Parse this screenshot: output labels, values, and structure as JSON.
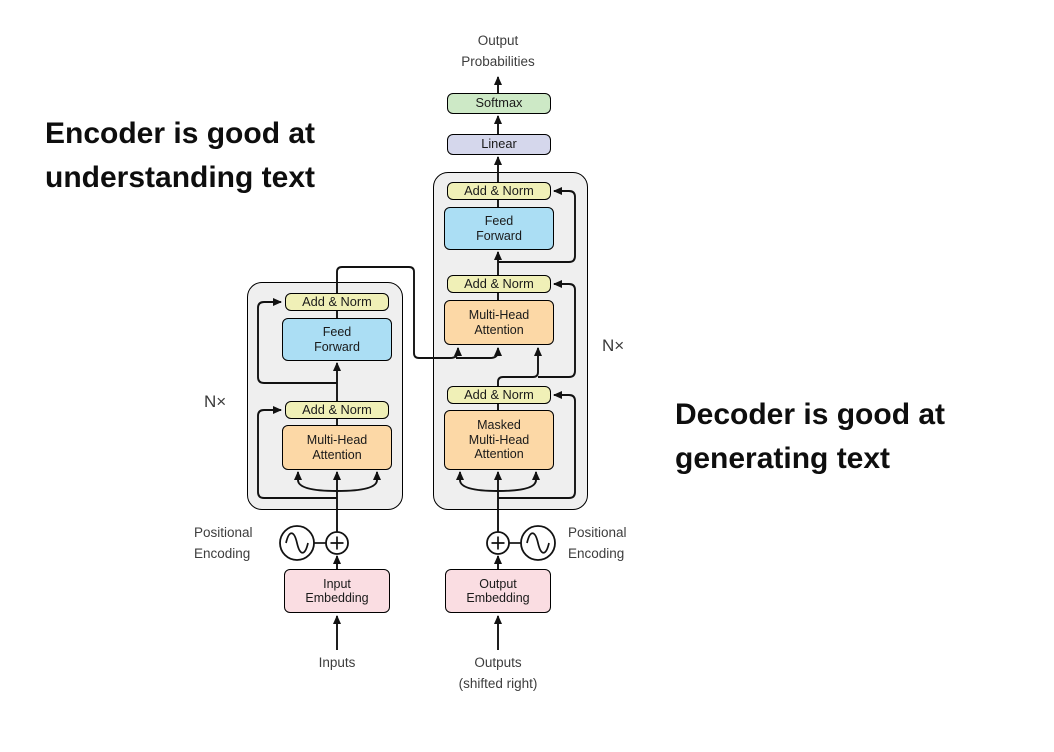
{
  "annotations": {
    "encoder_note": "Encoder is good at\nunderstanding text",
    "decoder_note": "Decoder is good at\ngenerating text"
  },
  "diagram": {
    "labels": {
      "output_probabilities": "Output\nProbabilities",
      "softmax": "Softmax",
      "linear": "Linear",
      "add_norm": "Add & Norm",
      "feed_forward": "Feed\nForward",
      "multi_head_attention": "Multi-Head\nAttention",
      "masked_multi_head_attention": "Masked\nMulti-Head\nAttention",
      "input_embedding": "Input\nEmbedding",
      "output_embedding": "Output\nEmbedding",
      "positional_encoding": "Positional\nEncoding",
      "inputs": "Inputs",
      "outputs_shifted": "Outputs\n(shifted right)",
      "n_times": "N×"
    },
    "colors": {
      "softmax": "#cde9c6",
      "linear": "#d5d7ec",
      "add_norm": "#f0f0b7",
      "feed_forward": "#abdef4",
      "attention": "#fcd8a6",
      "embedding": "#fadde2",
      "container_fill": "#efefef",
      "line": "#121212"
    }
  }
}
